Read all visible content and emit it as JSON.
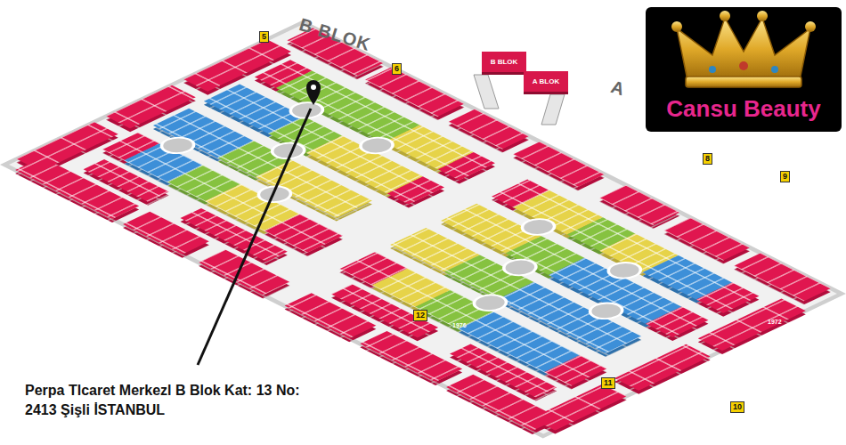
{
  "diagram": {
    "caption": "Perpa Tlcaret Merkezl B Blok Kat: 13 No: 2413 Şişli İSTANBUL",
    "nodes": [
      {
        "text": [
          "B BLOK"
        ]
      },
      {
        "text": [
          "A BLOK"
        ]
      },
      {
        "text": [
          "Cansu Beauty"
        ]
      }
    ],
    "labels": [
      "B BLOK",
      "A",
      "5",
      "6",
      "8",
      "9",
      "10",
      "11",
      "12",
      "1972",
      "1976"
    ]
  }
}
